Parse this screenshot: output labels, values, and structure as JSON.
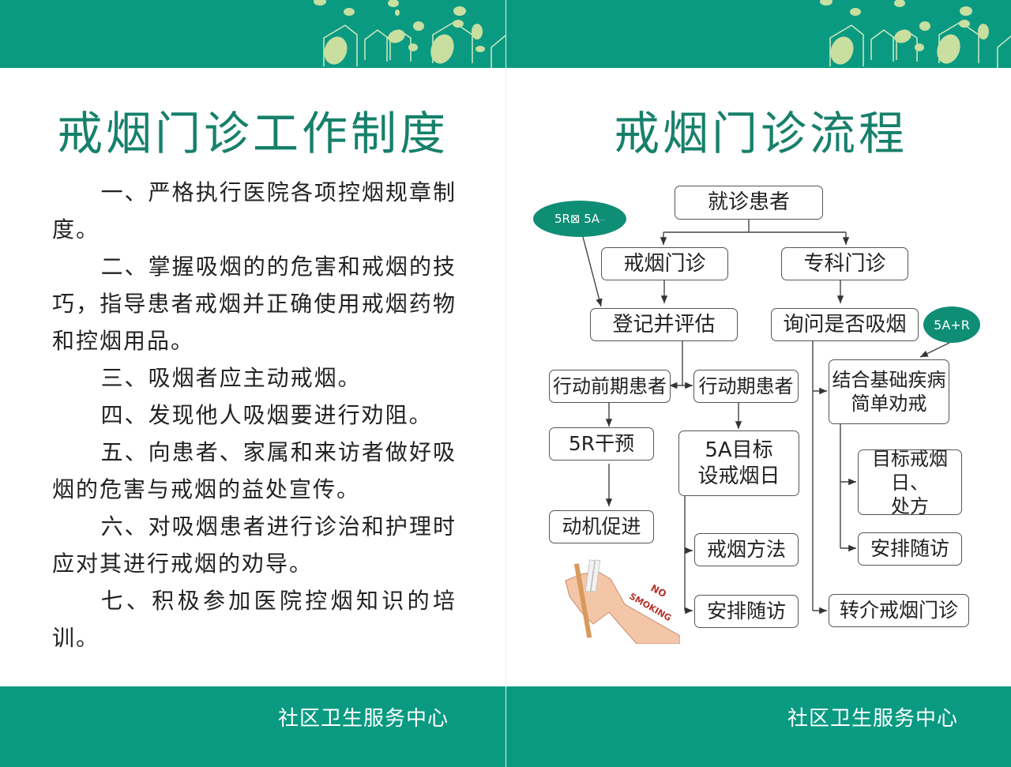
{
  "left_panel": {
    "title": "戒烟门诊工作制度",
    "rules": [
      "一、严格执行医院各项控烟规章制度。",
      "二、掌握吸烟的的危害和戒烟的技巧，指导患者戒烟并正确使用戒烟药物和控烟用品。",
      "三、吸烟者应主动戒烟。",
      "四、发现他人吸烟要进行劝阻。",
      "五、向患者、家属和来访者做好吸烟的危害与戒烟的益处宣传。",
      "六、对吸烟患者进行诊治和护理时应对其进行戒烟的劝导。",
      "七、积极参加医院控烟知识的培训。"
    ],
    "footer": "社区卫生服务中心"
  },
  "right_panel": {
    "title": "戒烟门诊流程",
    "footer": "社区卫生服务中心",
    "flowchart": {
      "start": "就诊患者",
      "clinic_smoking": "戒烟门诊",
      "clinic_specialist": "专科门诊",
      "register": "登记并评估",
      "ask_smoking": "询问是否吸烟",
      "pre_action": "行动前期患者",
      "action": "行动期患者",
      "intervention_5r": "5R干预",
      "motivation": "动机促进",
      "goal_5a_line1": "5A目标",
      "goal_5a_line2": "设戒烟日",
      "method": "戒烟方法",
      "followup_left": "安排随访",
      "combine_line1": "结合基础疾病",
      "combine_line2": "简单劝戒",
      "target_line1": "目标戒烟日、",
      "target_line2": "处方",
      "followup_right": "安排随访",
      "referral": "转介戒烟门诊",
      "oval_left": "5R⊠ 5A",
      "oval_left_suffix": "…",
      "oval_right": "5A+R"
    },
    "illustration_text_1": "NO",
    "illustration_text_2": "SMOKING"
  },
  "colors": {
    "brand_green": "#0a9a82",
    "title_green": "#16806b",
    "leaf_green": "#c8dfa0"
  }
}
